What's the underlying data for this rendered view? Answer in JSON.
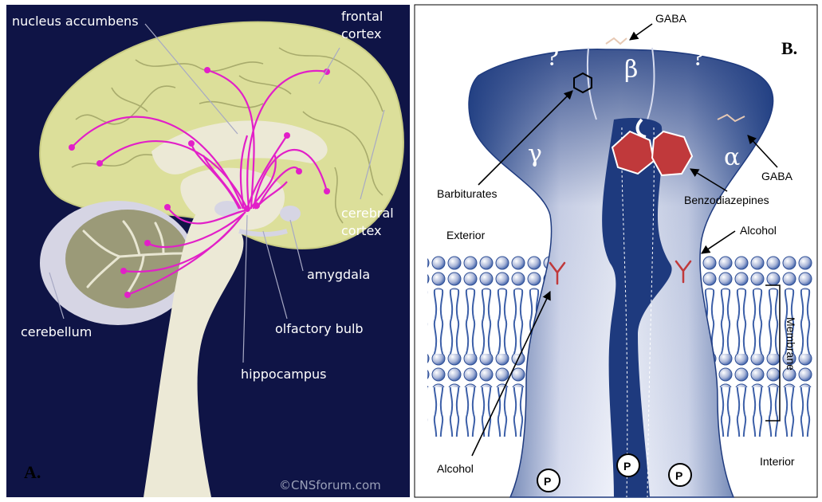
{
  "panel_a": {
    "panel_letter": "A.",
    "labels": {
      "nucleus_accumbens": "nucleus accumbens",
      "frontal_cortex_line1": "frontal",
      "frontal_cortex_line2": "cortex",
      "cerebral_cortex_line1": "cerebral",
      "cerebral_cortex_line2": "cortex",
      "amygdala": "amygdala",
      "olfactory_bulb": "olfactory bulb",
      "hippocampus": "hippocampus",
      "cerebellum": "cerebellum"
    },
    "copyright": "©CNSforum.com",
    "colors": {
      "background": "#0f1446",
      "cortex": "#dcdf9a",
      "pathways": "#e21fc8",
      "brainstem": "#ece9d6"
    }
  },
  "panel_b": {
    "panel_letter": "B.",
    "subunits": {
      "beta": "β",
      "gamma": "γ",
      "alpha": "α",
      "unknown_left": "?",
      "unknown_right": "?"
    },
    "labels": {
      "gaba_top": "GABA",
      "gaba_right": "GABA",
      "barbiturates": "Barbiturates",
      "benzodiazepines": "Benzodiazepines",
      "exterior": "Exterior",
      "alcohol_top": "Alcohol",
      "alcohol_bottom": "Alcohol",
      "membrane": "Membrane",
      "interior": "Interior",
      "phosphate": "P"
    },
    "colors": {
      "receptor": "#2a4a8c",
      "benzodiazepine_site": "#c0393b",
      "alcohol_site": "#c0393b",
      "membrane": "#3c5fa8"
    }
  }
}
